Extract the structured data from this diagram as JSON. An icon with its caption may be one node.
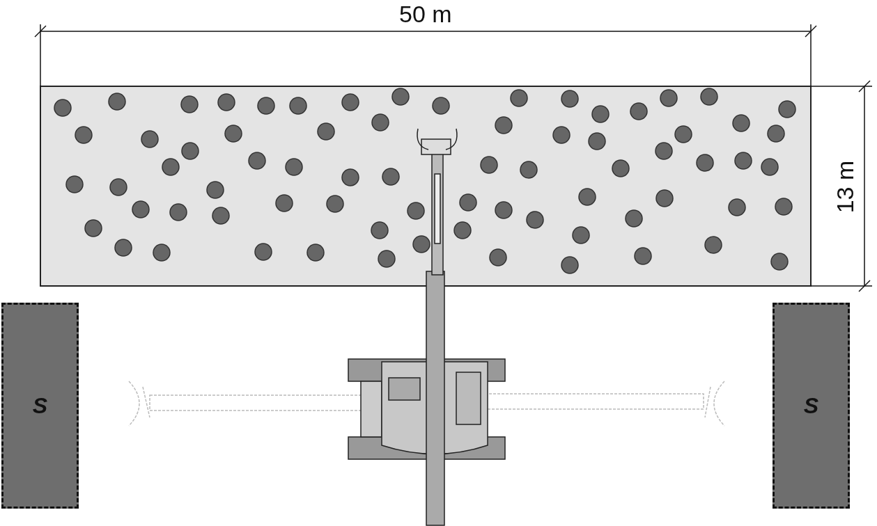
{
  "diagram": {
    "nodes": [
      {
        "text": [
          "S"
        ]
      },
      {
        "text": [
          "S"
        ]
      }
    ],
    "labels": [
      "50 m",
      "13 m"
    ]
  }
}
